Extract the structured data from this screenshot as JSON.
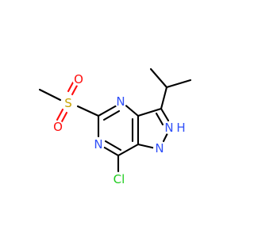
{
  "atoms": {
    "sulfur": "S",
    "oxygen_top": "O",
    "oxygen_bottom": "O",
    "nitrogen_top": "N",
    "nitrogen_bottom": "N",
    "nitrogen_pyrazole": "N",
    "nitrogen_nh": "N",
    "hydrogen_nh": "H",
    "chlorine": "Cl"
  },
  "colors": {
    "carbon_bond": "#000000",
    "nitrogen": "#3050f8",
    "oxygen": "#ff0d0d",
    "sulfur": "#c8a200",
    "chlorine": "#1fcc1f"
  }
}
